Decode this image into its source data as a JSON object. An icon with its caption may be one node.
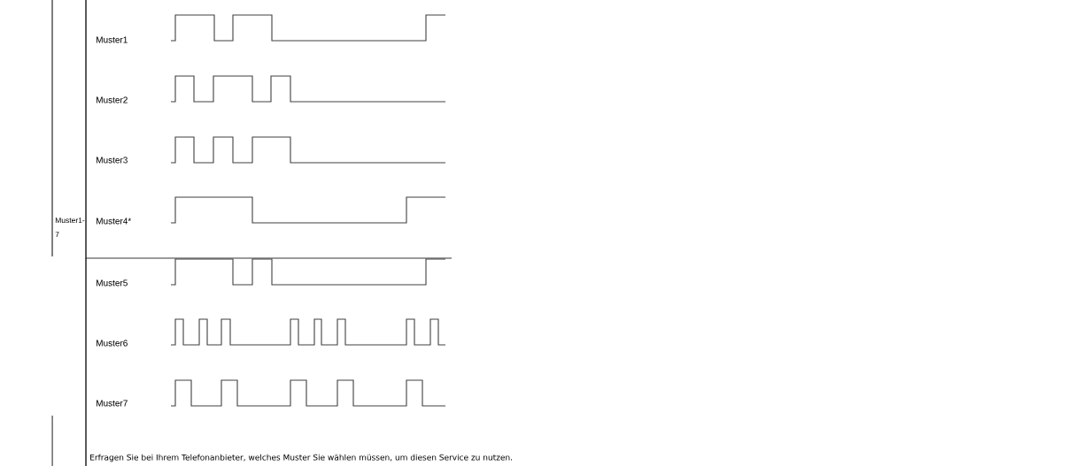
{
  "diagram": {
    "labels": [
      "Muster1-7",
      "Muster1",
      "Muster2",
      "Muster3",
      "Muster4*",
      "Muster5",
      "Muster6",
      "Muster7",
      "Erfragen Sie bei Ihrem Telefonanbieter, welches Muster Sie wählen müssen, um diesen Service zu nutzen."
    ]
  }
}
